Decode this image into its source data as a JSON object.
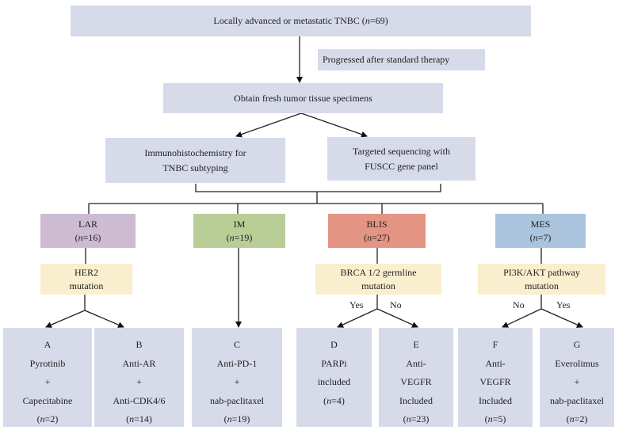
{
  "top": {
    "text_pre": "Locally advanced or metastatic TNBC (",
    "n_var": "n",
    "n_val": "=69)"
  },
  "note": "Progressed after standard therapy",
  "specimen": "Obtain fresh tumor tissue specimens",
  "ihc": {
    "line1": "Immunohistochemistry for",
    "line2": "TNBC subtyping"
  },
  "seq": {
    "line1": "Targeted sequencing with",
    "line2": "FUSCC gene panel"
  },
  "subtypes": [
    {
      "name": "LAR",
      "n": "=16)",
      "color": "#cdbbd2"
    },
    {
      "name": "IM",
      "n": "=19)",
      "color": "#b9cd97"
    },
    {
      "name": "BLIS",
      "n": "=27)",
      "color": "#e49483"
    },
    {
      "name": "MES",
      "n": "=7)",
      "color": "#aac4dd"
    }
  ],
  "mutations": {
    "lar": {
      "line1": "HER2",
      "line2": "mutation"
    },
    "blis": {
      "line1": "BRCA 1/2 germline",
      "line2": "mutation"
    },
    "mes": {
      "line1": "PI3K/AKT pathway",
      "line2": "mutation"
    }
  },
  "branch_labels": {
    "blis_yes": "Yes",
    "blis_no": "No",
    "mes_no": "No",
    "mes_yes": "Yes"
  },
  "arms": [
    {
      "letter": "A",
      "lines": [
        "Pyrotinib",
        "+",
        "Capecitabine"
      ],
      "n": "=2)"
    },
    {
      "letter": "B",
      "lines": [
        "Anti-AR",
        "+",
        "Anti-CDK4/6"
      ],
      "n": "=14)"
    },
    {
      "letter": "C",
      "lines": [
        "Anti-PD-1",
        "+",
        "nab-paclitaxel"
      ],
      "n": "=19)"
    },
    {
      "letter": "D",
      "lines": [
        "PARPi",
        "included"
      ],
      "n": "=4)"
    },
    {
      "letter": "E",
      "lines": [
        "Anti-",
        "VEGFR",
        "Included"
      ],
      "n": "=23)"
    },
    {
      "letter": "F",
      "lines": [
        "Anti-",
        "VEGFR",
        "Included"
      ],
      "n": "=5)"
    },
    {
      "letter": "G",
      "lines": [
        "Everolimus",
        "+",
        "nab-paclitaxel"
      ],
      "n": "=2)"
    }
  ],
  "n_symbol": "n",
  "paren_open": "("
}
